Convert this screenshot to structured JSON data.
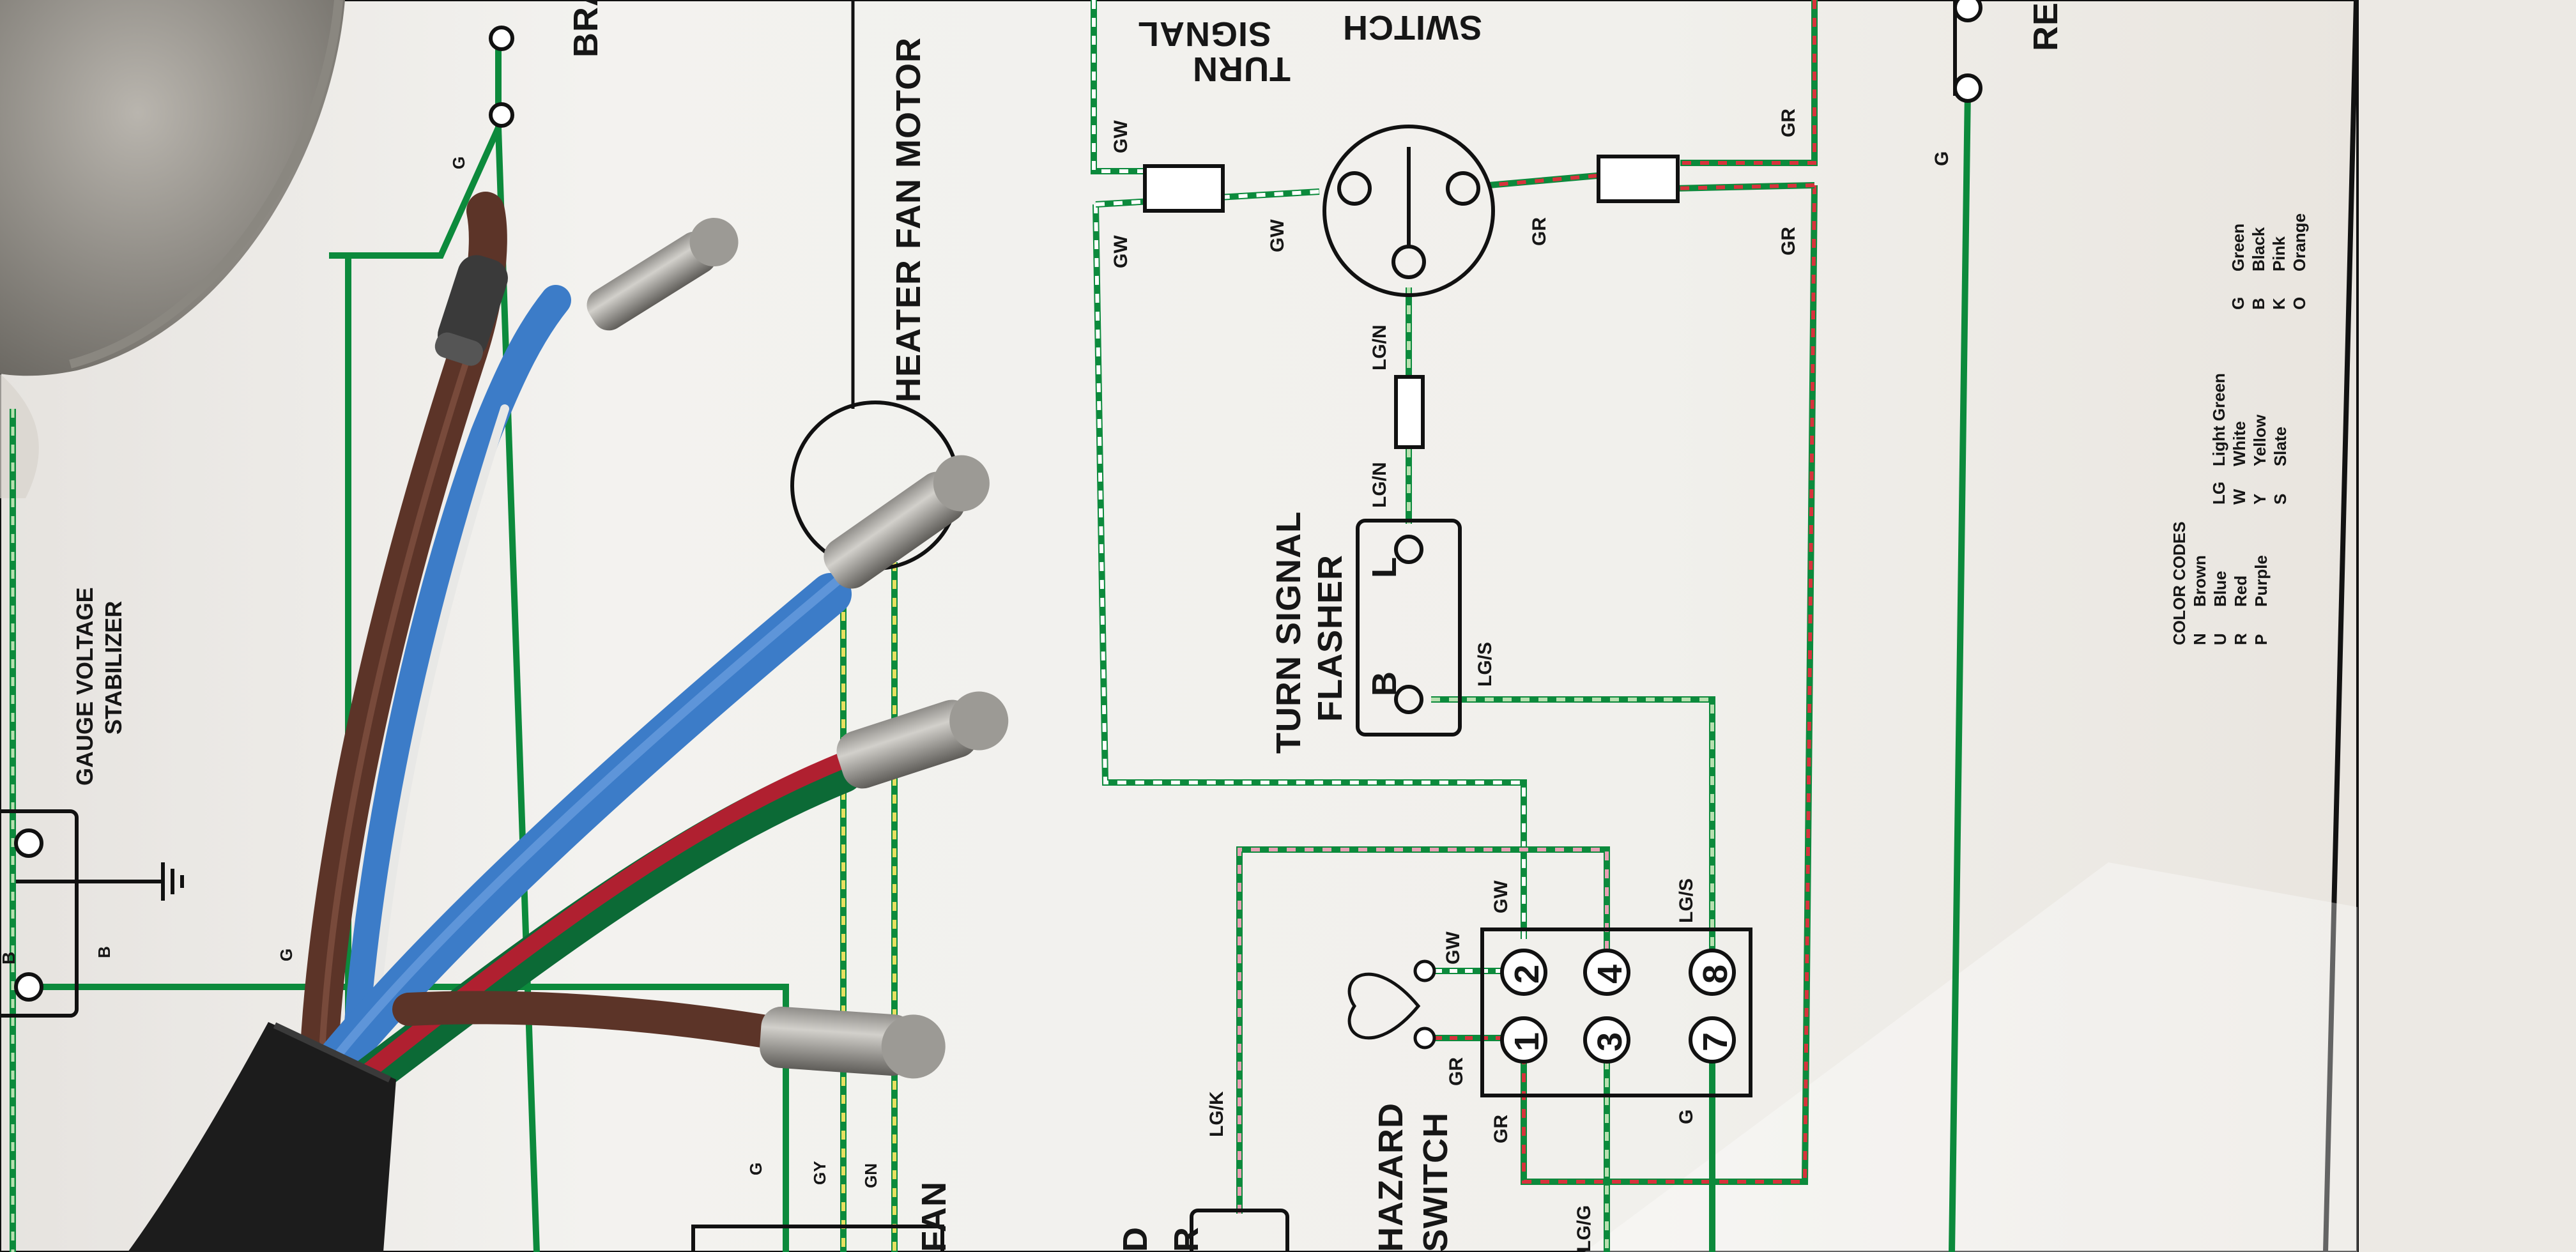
{
  "components": {
    "turn_signal_switch": {
      "line1": "TURN",
      "line2": "SIGNAL",
      "line3": "SWITCH"
    },
    "turn_signal_flasher": {
      "line1": "TURN SIGNAL",
      "line2": "FLASHER",
      "pin_b": "B",
      "pin_l": "L"
    },
    "heater_fan_motor": "HEATER FAN MOTOR",
    "gauge_voltage_stabilizer": {
      "line1": "GAUGE VOLTAGE",
      "line2": "STABILIZER"
    },
    "hazard_switch": {
      "line1": "HAZARD",
      "line2": "SWITCH"
    },
    "brake_partial": "BRA",
    "rev_partial": "RE",
    "fan_partial": "FAN",
    "left_cut_partial_1": "D",
    "left_cut_partial_2": "R",
    "stabilizer_pin": "B",
    "stabilizer_b_small": "B"
  },
  "hazard_terminals": [
    "1",
    "2",
    "3",
    "4",
    "7",
    "8"
  ],
  "wire_labels": {
    "gw_top": "GW",
    "gw_left": "GW",
    "gw_mid": "GW",
    "gw_hazard1": "GW",
    "gw_hazard2": "GW",
    "gr_right_top": "GR",
    "gr_right_mid": "GR",
    "gr_switch": "GR",
    "gr_hazard1": "GR",
    "gr_hazard2": "GR",
    "lgn_1": "LG/N",
    "lgn_2": "LG/N",
    "lgs_1": "LG/S",
    "lgs_2": "LG/S",
    "lgk": "LG/K",
    "lgg": "LG/G",
    "g_top": "G",
    "g_left": "G",
    "g_bottom": "G",
    "g_right": "G",
    "g_hazard": "G",
    "gy": "GY",
    "gn": "GN"
  },
  "color_codes": {
    "title": "COLOR CODES",
    "columns": [
      {
        "codes": [
          "N",
          "U",
          "R",
          "P"
        ],
        "names": [
          "Brown",
          "Blue",
          "Red",
          "Purple"
        ]
      },
      {
        "codes": [
          "LG",
          "W",
          "Y",
          "S"
        ],
        "names": [
          "Light Green",
          "White",
          "Yellow",
          "Slate"
        ]
      },
      {
        "codes": [
          "G",
          "B",
          "K",
          "O"
        ],
        "names": [
          "Green",
          "Black",
          "Pink",
          "Orange"
        ]
      }
    ]
  },
  "colors": {
    "green_wire": "#0c8a3c",
    "red_tracer": "#d8323c",
    "pink_tracer": "#e8a0b4",
    "white_tracer": "#ffffff",
    "lightgreen_tracer": "#b8e0b0",
    "yellow_tracer": "#e8e060",
    "blue_cable": "#3c7cc8",
    "brown_cable": "#5c3428",
    "black_sheath": "#1c1c1c"
  },
  "icons": [
    "bullet-connector-icon",
    "ground-symbol-icon",
    "hazard-warning-lamp-icon",
    "connector-pin-icon"
  ]
}
